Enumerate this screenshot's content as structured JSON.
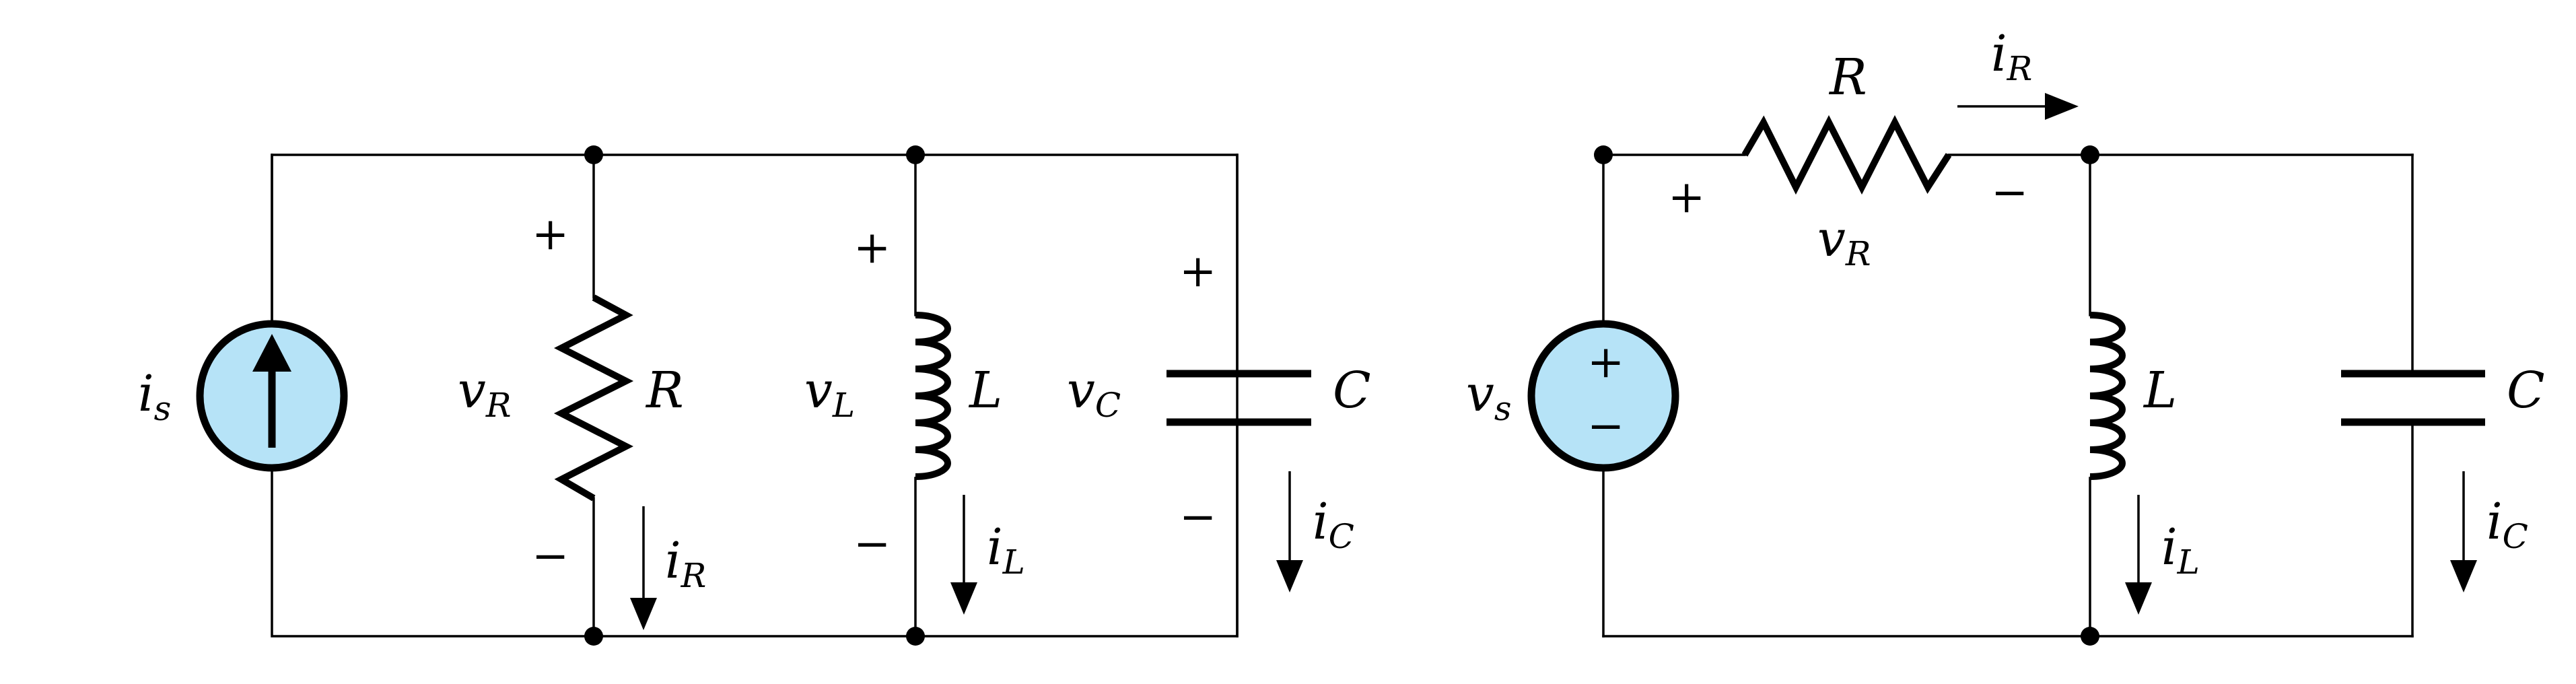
{
  "colors": {
    "source_fill": "#b6e3f7",
    "stroke": "#000000",
    "background": "#ffffff"
  },
  "parallel_circuit": {
    "source": {
      "symbol": "i",
      "sub": "s"
    },
    "resistor": {
      "name": "R",
      "voltage": {
        "symbol": "v",
        "sub": "R"
      },
      "current": {
        "symbol": "i",
        "sub": "R"
      },
      "plus": "+",
      "minus": "−"
    },
    "inductor": {
      "name": "L",
      "voltage": {
        "symbol": "v",
        "sub": "L"
      },
      "current": {
        "symbol": "i",
        "sub": "L"
      },
      "plus": "+",
      "minus": "−"
    },
    "capacitor": {
      "name": "C",
      "voltage": {
        "symbol": "v",
        "sub": "C"
      },
      "current": {
        "symbol": "i",
        "sub": "C"
      },
      "plus": "+",
      "minus": "−"
    }
  },
  "series_circuit": {
    "source": {
      "symbol": "v",
      "sub": "s",
      "plus": "+",
      "minus": "−"
    },
    "resistor": {
      "name": "R",
      "voltage": {
        "symbol": "v",
        "sub": "R"
      },
      "current": {
        "symbol": "i",
        "sub": "R"
      },
      "plus": "+",
      "minus": "−"
    },
    "inductor": {
      "name": "L",
      "current": {
        "symbol": "i",
        "sub": "L"
      }
    },
    "capacitor": {
      "name": "C",
      "current": {
        "symbol": "i",
        "sub": "C"
      }
    }
  }
}
